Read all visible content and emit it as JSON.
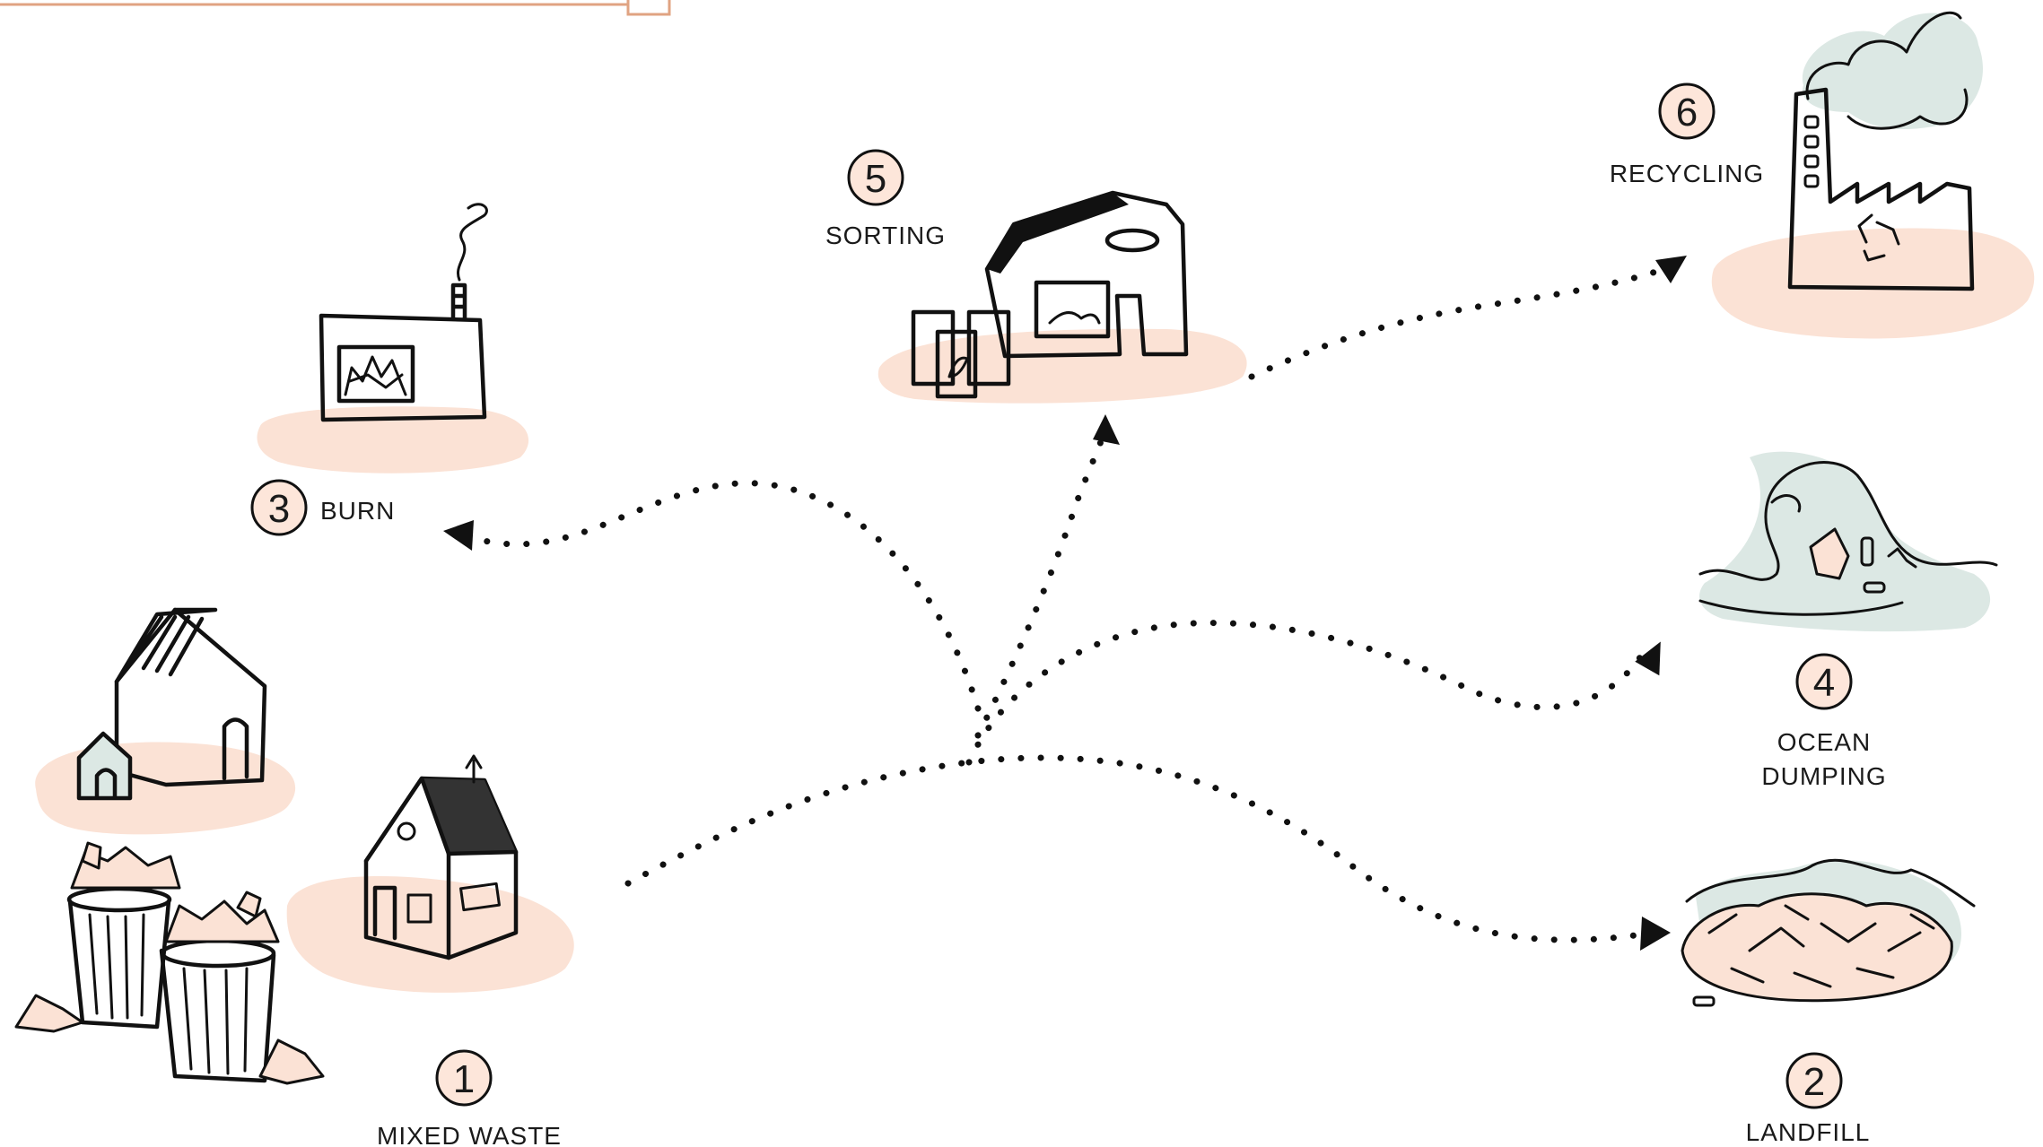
{
  "stages": [
    {
      "number": "1",
      "label": "MIXED WASTE"
    },
    {
      "number": "2",
      "label": "LANDFILL"
    },
    {
      "number": "3",
      "label": "BURN"
    },
    {
      "number": "4",
      "label": "OCEAN",
      "label2": "DUMPING"
    },
    {
      "number": "5",
      "label": "SORTING"
    },
    {
      "number": "6",
      "label": "RECYCLING"
    }
  ],
  "colors": {
    "accent_frame": "#e0a382",
    "blob_peach": "#fbe2d5",
    "fill_mint": "#dce8e4",
    "circle_fill": "#fde6da",
    "ink": "#111111"
  },
  "icons": [
    "house-icon",
    "trash-can-icon",
    "incinerator-icon",
    "sorting-facility-icon",
    "recycling-factory-icon",
    "ocean-wave-icon",
    "landfill-pile-icon"
  ]
}
